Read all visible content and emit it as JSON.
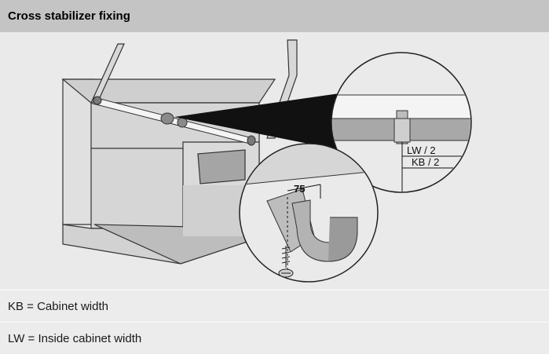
{
  "header": {
    "title": "Cross stabilizer fixing"
  },
  "figure": {
    "dim_lw": "LW / 2",
    "dim_kb": "KB / 2",
    "dim_75": "75"
  },
  "legend": [
    {
      "text": "KB = Cabinet width"
    },
    {
      "text": "LW = Inside cabinet width"
    }
  ]
}
